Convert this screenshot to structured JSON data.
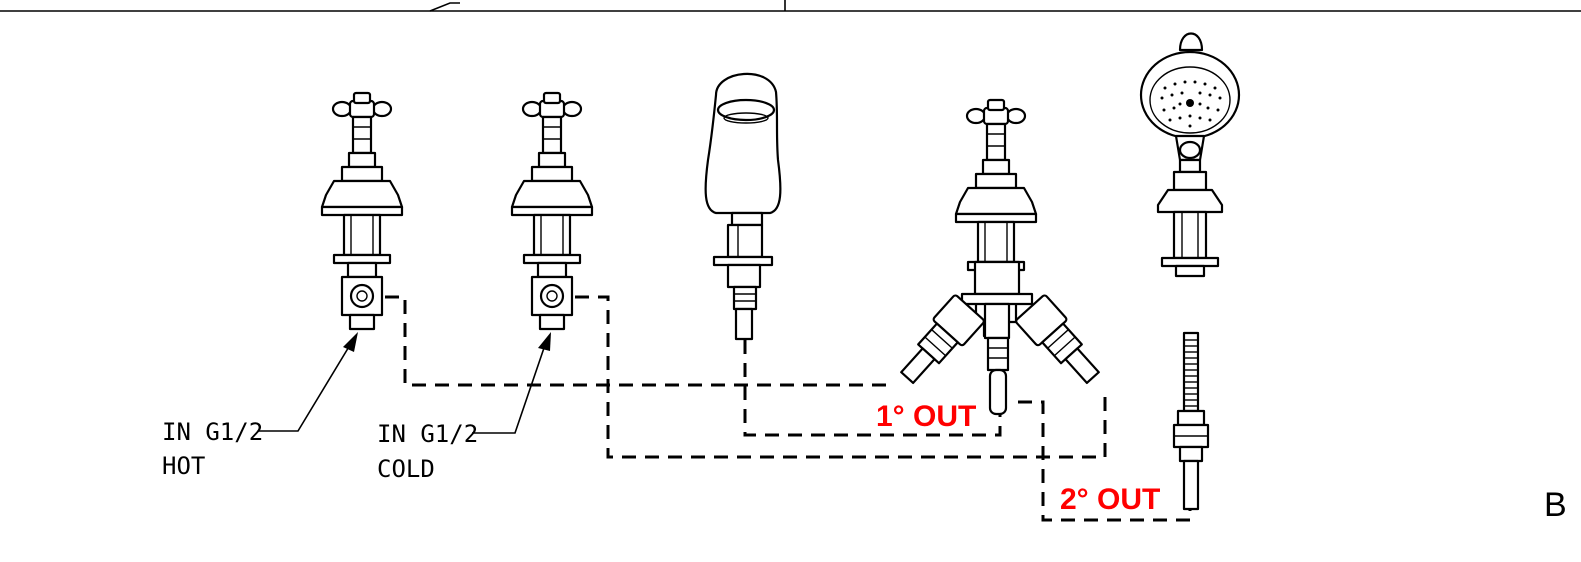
{
  "labels": {
    "hot_inlet": "IN G1/2",
    "hot_name": "HOT",
    "cold_inlet": "IN G1/2",
    "cold_name": "COLD",
    "out_1": "1° OUT",
    "out_2": "2° OUT",
    "corner_letter": "B"
  },
  "colors": {
    "line": "#000000",
    "outlet_label": "#ff0000",
    "background": "#ffffff"
  },
  "components": [
    "hot-valve",
    "cold-valve",
    "spout",
    "diverter-valve",
    "hand-shower",
    "shower-hose"
  ]
}
